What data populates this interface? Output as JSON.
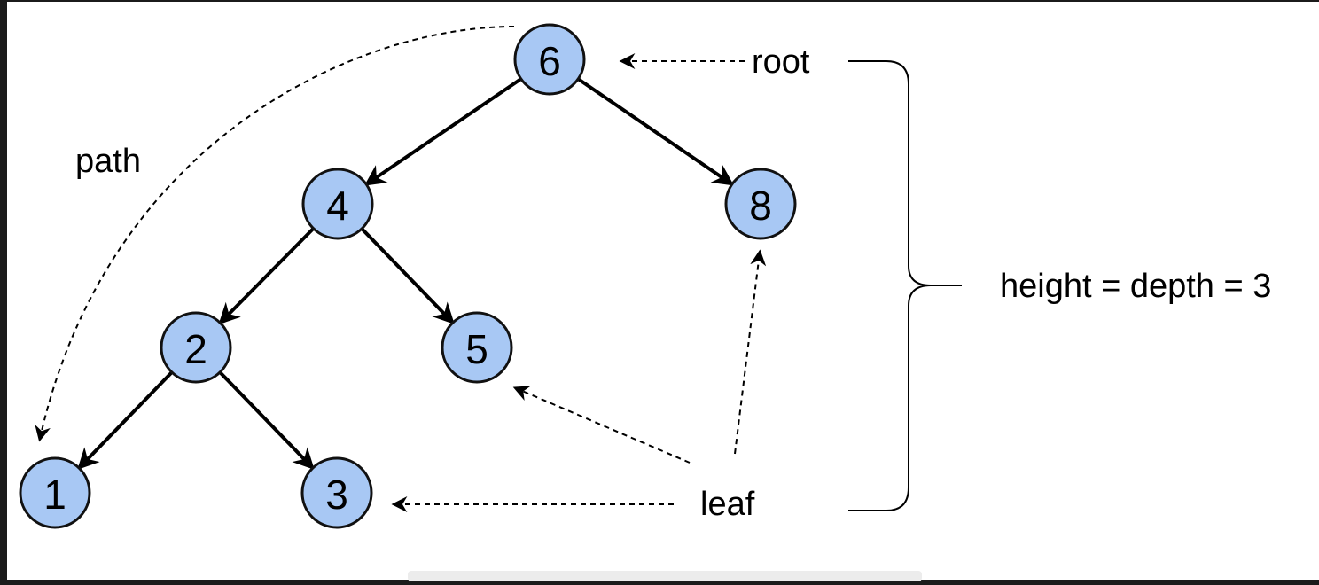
{
  "diagram": {
    "nodes": [
      {
        "id": "6",
        "label": "6"
      },
      {
        "id": "4",
        "label": "4"
      },
      {
        "id": "8",
        "label": "8"
      },
      {
        "id": "2",
        "label": "2"
      },
      {
        "id": "5",
        "label": "5"
      },
      {
        "id": "1",
        "label": "1"
      },
      {
        "id": "3",
        "label": "3"
      }
    ],
    "edges": [
      {
        "from": "6",
        "to": "4"
      },
      {
        "from": "6",
        "to": "8"
      },
      {
        "from": "4",
        "to": "2"
      },
      {
        "from": "4",
        "to": "5"
      },
      {
        "from": "2",
        "to": "1"
      },
      {
        "from": "2",
        "to": "3"
      }
    ],
    "annotations": {
      "root": "root",
      "path": "path",
      "leaf": "leaf",
      "height": "height = depth = 3"
    },
    "colors": {
      "node_fill": "#a8c8f4",
      "node_stroke": "#111111",
      "background": "#ffffff",
      "frame": "#1b1b1b"
    }
  }
}
